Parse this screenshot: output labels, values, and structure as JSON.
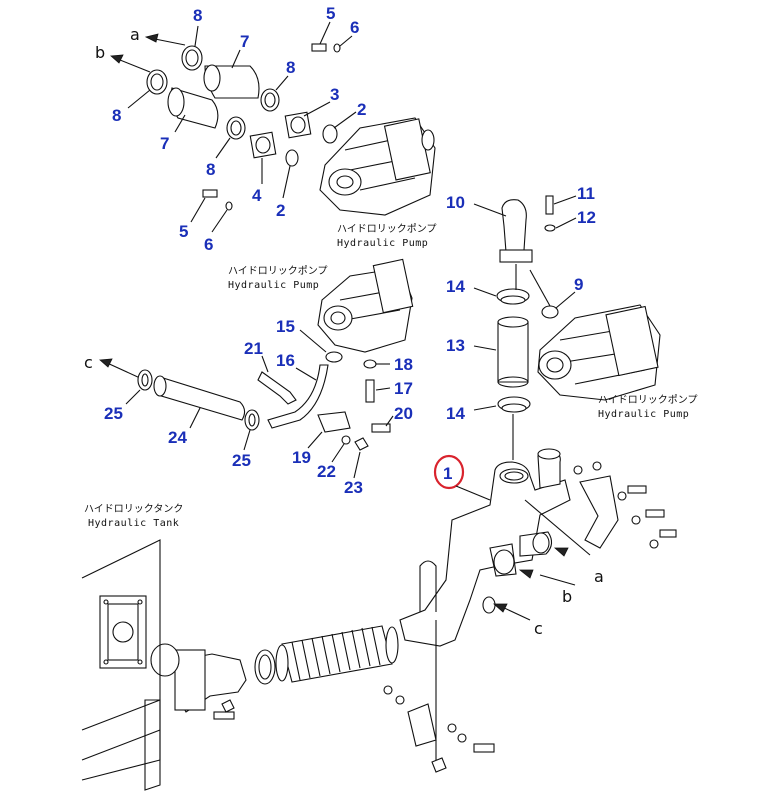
{
  "callouts": {
    "c1": "1",
    "c2a": "2",
    "c2b": "2",
    "c3": "3",
    "c4": "4",
    "c5a": "5",
    "c5b": "5",
    "c6a": "6",
    "c6b": "6",
    "c7a": "7",
    "c7b": "7",
    "c8a": "8",
    "c8b": "8",
    "c8c": "8",
    "c8d": "8",
    "c9": "9",
    "c10": "10",
    "c11": "11",
    "c12": "12",
    "c13": "13",
    "c14a": "14",
    "c14b": "14",
    "c15": "15",
    "c16": "16",
    "c17": "17",
    "c18": "18",
    "c19": "19",
    "c20": "20",
    "c21": "21",
    "c22": "22",
    "c23": "23",
    "c24": "24",
    "c25a": "25",
    "c25b": "25"
  },
  "direction_labels": {
    "a_top": "a",
    "b_top": "b",
    "c_left": "c",
    "a_main": "a",
    "b_main": "b",
    "c_main": "c"
  },
  "component_labels": {
    "pump1_jp": "ハイドロリックポンプ",
    "pump1_en": "Hydraulic Pump",
    "pump2_jp": "ハイドロリックポンプ",
    "pump2_en": "Hydraulic Pump",
    "pump3_jp": "ハイドロリックポンプ",
    "pump3_en": "Hydraulic Pump",
    "tank_jp": "ハイドロリックタンク",
    "tank_en": "Hydraulic Tank"
  },
  "colors": {
    "callout": "#1a2fb8",
    "highlight": "#d9232d",
    "line": "#111111"
  }
}
